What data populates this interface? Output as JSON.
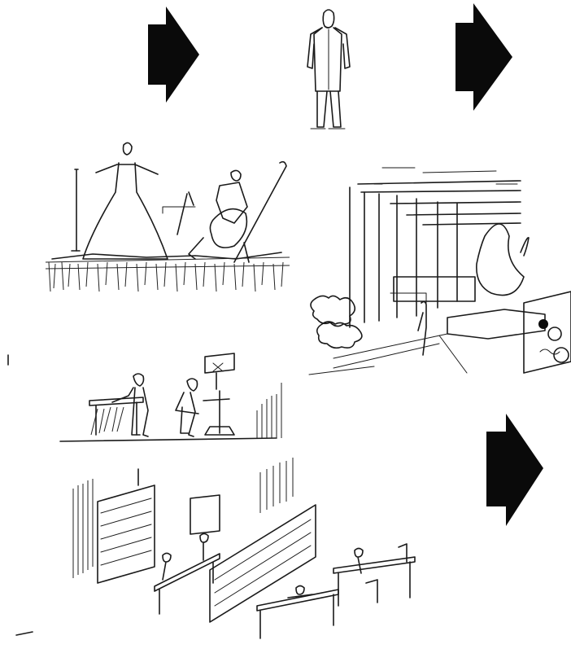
{
  "figure": {
    "arrows": [
      "arrow-right-icon",
      "arrow-right-icon",
      "arrow-right-icon"
    ],
    "vignettes": [
      "standing-man",
      "concert-stage",
      "workshop",
      "library",
      "sculpture-courtyard"
    ],
    "colors": {
      "ink": "#1a1a1a",
      "arrow": "#0a0a0a",
      "paper": "#ffffff"
    }
  }
}
